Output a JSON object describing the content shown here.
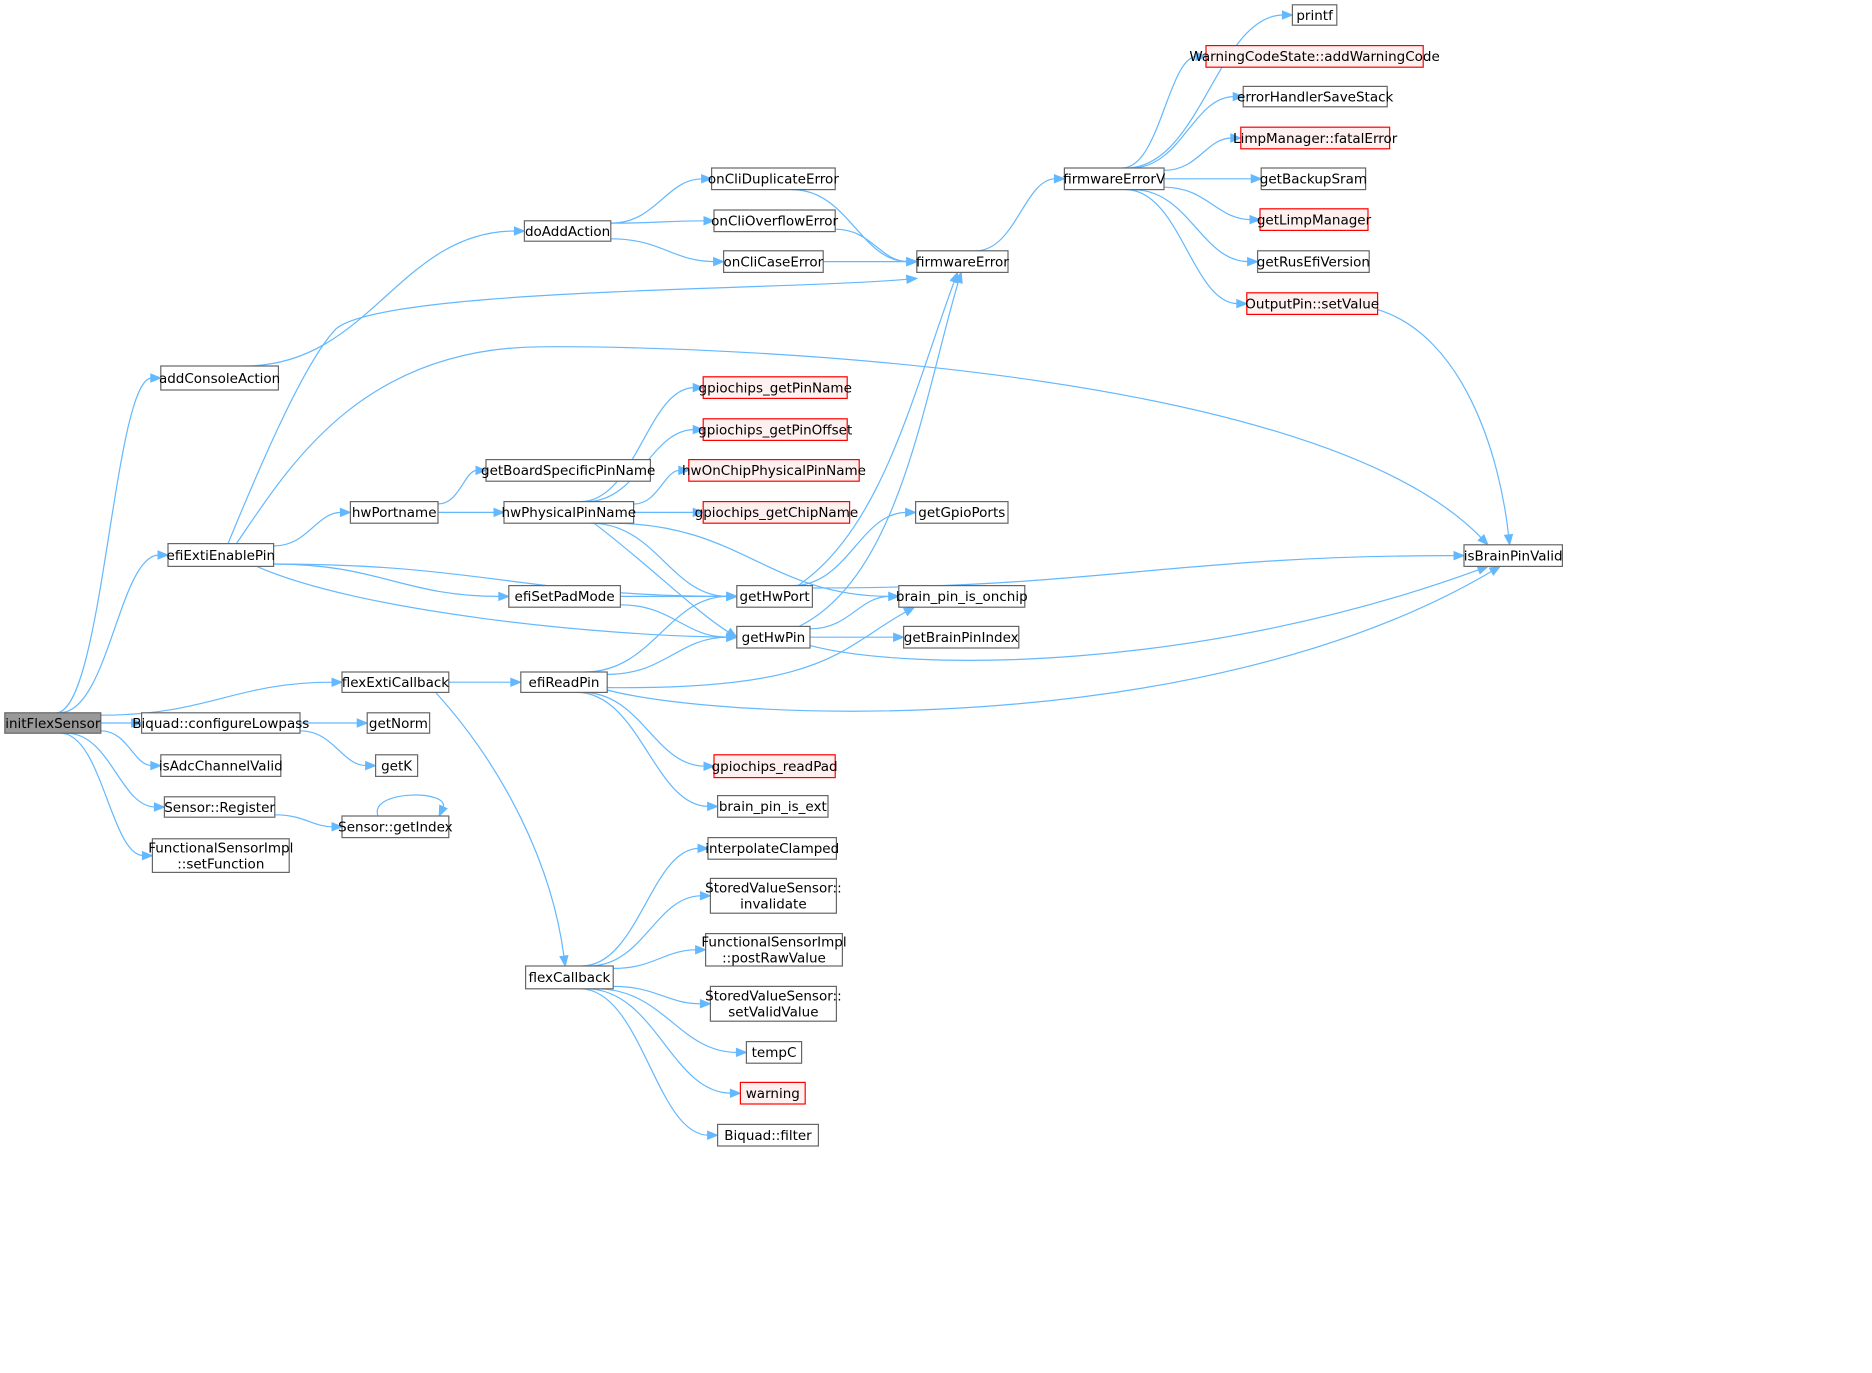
{
  "colors": {
    "edge": "#63b8ff",
    "node_border": "#666666",
    "node_fill": "#ffffff",
    "root_fill": "#999999",
    "root_border": "#666666",
    "red_border": "#ff0000",
    "red_fill": "#fff0f0"
  },
  "nodes": [
    {
      "id": "initFlexSensor",
      "lines": [
        "initFlexSensor"
      ],
      "style": "root"
    },
    {
      "id": "addConsoleAction",
      "lines": [
        "addConsoleAction"
      ],
      "style": "normal"
    },
    {
      "id": "doAddAction",
      "lines": [
        "doAddAction"
      ],
      "style": "normal"
    },
    {
      "id": "onCliDuplicateError",
      "lines": [
        "onCliDuplicateError"
      ],
      "style": "normal"
    },
    {
      "id": "onCliOverflowError",
      "lines": [
        "onCliOverflowError"
      ],
      "style": "normal"
    },
    {
      "id": "onCliCaseError",
      "lines": [
        "onCliCaseError"
      ],
      "style": "normal"
    },
    {
      "id": "firmwareError",
      "lines": [
        "firmwareError"
      ],
      "style": "normal"
    },
    {
      "id": "firmwareErrorV",
      "lines": [
        "firmwareErrorV"
      ],
      "style": "normal"
    },
    {
      "id": "printf",
      "lines": [
        "printf"
      ],
      "style": "normal"
    },
    {
      "id": "addWarningCode",
      "lines": [
        "WarningCodeState::addWarningCode"
      ],
      "style": "red"
    },
    {
      "id": "errorHandlerSaveStack",
      "lines": [
        "errorHandlerSaveStack"
      ],
      "style": "normal"
    },
    {
      "id": "fatalError",
      "lines": [
        "LimpManager::fatalError"
      ],
      "style": "red"
    },
    {
      "id": "getBackupSram",
      "lines": [
        "getBackupSram"
      ],
      "style": "normal"
    },
    {
      "id": "getLimpManager",
      "lines": [
        "getLimpManager"
      ],
      "style": "red"
    },
    {
      "id": "getRusEfiVersion",
      "lines": [
        "getRusEfiVersion"
      ],
      "style": "normal"
    },
    {
      "id": "setValue",
      "lines": [
        "OutputPin::setValue"
      ],
      "style": "red"
    },
    {
      "id": "isBrainPinValid",
      "lines": [
        "isBrainPinValid"
      ],
      "style": "normal"
    },
    {
      "id": "efiExtiEnablePin",
      "lines": [
        "efiExtiEnablePin"
      ],
      "style": "normal"
    },
    {
      "id": "hwPortname",
      "lines": [
        "hwPortname"
      ],
      "style": "normal"
    },
    {
      "id": "getBoardSpecificPinName",
      "lines": [
        "getBoardSpecificPinName"
      ],
      "style": "normal"
    },
    {
      "id": "hwPhysicalPinName",
      "lines": [
        "hwPhysicalPinName"
      ],
      "style": "normal"
    },
    {
      "id": "gpiochips_getPinName",
      "lines": [
        "gpiochips_getPinName"
      ],
      "style": "red"
    },
    {
      "id": "gpiochips_getPinOffset",
      "lines": [
        "gpiochips_getPinOffset"
      ],
      "style": "red"
    },
    {
      "id": "hwOnChipPhysicalPinName",
      "lines": [
        "hwOnChipPhysicalPinName"
      ],
      "style": "red"
    },
    {
      "id": "gpiochips_getChipName",
      "lines": [
        "gpiochips_getChipName"
      ],
      "style": "red"
    },
    {
      "id": "getGpioPorts",
      "lines": [
        "getGpioPorts"
      ],
      "style": "normal"
    },
    {
      "id": "efiSetPadMode",
      "lines": [
        "efiSetPadMode"
      ],
      "style": "normal"
    },
    {
      "id": "getHwPort",
      "lines": [
        "getHwPort"
      ],
      "style": "normal"
    },
    {
      "id": "brain_pin_is_onchip",
      "lines": [
        "brain_pin_is_onchip"
      ],
      "style": "normal"
    },
    {
      "id": "getHwPin",
      "lines": [
        "getHwPin"
      ],
      "style": "normal"
    },
    {
      "id": "getBrainPinIndex",
      "lines": [
        "getBrainPinIndex"
      ],
      "style": "normal"
    },
    {
      "id": "flexExtiCallback",
      "lines": [
        "flexExtiCallback"
      ],
      "style": "normal"
    },
    {
      "id": "efiReadPin",
      "lines": [
        "efiReadPin"
      ],
      "style": "normal"
    },
    {
      "id": "gpiochips_readPad",
      "lines": [
        "gpiochips_readPad"
      ],
      "style": "red"
    },
    {
      "id": "brain_pin_is_ext",
      "lines": [
        "brain_pin_is_ext"
      ],
      "style": "normal"
    },
    {
      "id": "configureLowpass",
      "lines": [
        "Biquad::configureLowpass"
      ],
      "style": "normal"
    },
    {
      "id": "getNorm",
      "lines": [
        "getNorm"
      ],
      "style": "normal"
    },
    {
      "id": "getK",
      "lines": [
        "getK"
      ],
      "style": "normal"
    },
    {
      "id": "isAdcChannelValid",
      "lines": [
        "isAdcChannelValid"
      ],
      "style": "normal"
    },
    {
      "id": "sensorRegister",
      "lines": [
        "Sensor::Register"
      ],
      "style": "normal"
    },
    {
      "id": "sensorGetIndex",
      "lines": [
        "Sensor::getIndex"
      ],
      "style": "normal"
    },
    {
      "id": "setFunction",
      "lines": [
        "FunctionalSensorImpl",
        "::setFunction"
      ],
      "style": "normal"
    },
    {
      "id": "flexCallback",
      "lines": [
        "flexCallback"
      ],
      "style": "normal"
    },
    {
      "id": "interpolateClamped",
      "lines": [
        "interpolateClamped"
      ],
      "style": "normal"
    },
    {
      "id": "invalidate",
      "lines": [
        "StoredValueSensor::",
        "invalidate"
      ],
      "style": "normal"
    },
    {
      "id": "postRawValue",
      "lines": [
        "FunctionalSensorImpl",
        "::postRawValue"
      ],
      "style": "normal"
    },
    {
      "id": "setValidValue",
      "lines": [
        "StoredValueSensor::",
        "setValidValue"
      ],
      "style": "normal"
    },
    {
      "id": "tempC",
      "lines": [
        "tempC"
      ],
      "style": "normal"
    },
    {
      "id": "warning",
      "lines": [
        "warning"
      ],
      "style": "red"
    },
    {
      "id": "biquadFilter",
      "lines": [
        "Biquad::filter"
      ],
      "style": "normal"
    }
  ],
  "edges": [
    [
      "initFlexSensor",
      "addConsoleAction"
    ],
    [
      "initFlexSensor",
      "efiExtiEnablePin"
    ],
    [
      "initFlexSensor",
      "flexExtiCallback"
    ],
    [
      "initFlexSensor",
      "configureLowpass"
    ],
    [
      "initFlexSensor",
      "isAdcChannelValid"
    ],
    [
      "initFlexSensor",
      "sensorRegister"
    ],
    [
      "initFlexSensor",
      "setFunction"
    ],
    [
      "addConsoleAction",
      "doAddAction"
    ],
    [
      "doAddAction",
      "onCliDuplicateError"
    ],
    [
      "doAddAction",
      "onCliOverflowError"
    ],
    [
      "doAddAction",
      "onCliCaseError"
    ],
    [
      "onCliDuplicateError",
      "firmwareError"
    ],
    [
      "onCliOverflowError",
      "firmwareError"
    ],
    [
      "onCliCaseError",
      "firmwareError"
    ],
    [
      "firmwareError",
      "firmwareErrorV"
    ],
    [
      "firmwareErrorV",
      "printf"
    ],
    [
      "firmwareErrorV",
      "addWarningCode"
    ],
    [
      "firmwareErrorV",
      "errorHandlerSaveStack"
    ],
    [
      "firmwareErrorV",
      "fatalError"
    ],
    [
      "firmwareErrorV",
      "getBackupSram"
    ],
    [
      "firmwareErrorV",
      "getLimpManager"
    ],
    [
      "firmwareErrorV",
      "getRusEfiVersion"
    ],
    [
      "firmwareErrorV",
      "setValue"
    ],
    [
      "setValue",
      "isBrainPinValid"
    ],
    [
      "efiExtiEnablePin",
      "firmwareError"
    ],
    [
      "efiExtiEnablePin",
      "isBrainPinValid"
    ],
    [
      "efiExtiEnablePin",
      "hwPortname"
    ],
    [
      "efiExtiEnablePin",
      "getHwPort"
    ],
    [
      "efiExtiEnablePin",
      "efiSetPadMode"
    ],
    [
      "efiExtiEnablePin",
      "getHwPin"
    ],
    [
      "hwPortname",
      "getBoardSpecificPinName"
    ],
    [
      "hwPortname",
      "hwPhysicalPinName"
    ],
    [
      "hwPhysicalPinName",
      "gpiochips_getPinName"
    ],
    [
      "hwPhysicalPinName",
      "gpiochips_getPinOffset"
    ],
    [
      "hwPhysicalPinName",
      "hwOnChipPhysicalPinName"
    ],
    [
      "hwPhysicalPinName",
      "gpiochips_getChipName"
    ],
    [
      "hwPhysicalPinName",
      "getHwPort"
    ],
    [
      "hwPhysicalPinName",
      "brain_pin_is_onchip"
    ],
    [
      "hwPhysicalPinName",
      "getHwPin"
    ],
    [
      "efiSetPadMode",
      "getHwPort"
    ],
    [
      "efiSetPadMode",
      "getHwPin"
    ],
    [
      "getHwPort",
      "firmwareError"
    ],
    [
      "getHwPort",
      "getGpioPorts"
    ],
    [
      "getHwPort",
      "isBrainPinValid"
    ],
    [
      "getHwPin",
      "firmwareError"
    ],
    [
      "getHwPin",
      "brain_pin_is_onchip"
    ],
    [
      "getHwPin",
      "getBrainPinIndex"
    ],
    [
      "getHwPin",
      "isBrainPinValid"
    ],
    [
      "flexExtiCallback",
      "efiReadPin"
    ],
    [
      "flexExtiCallback",
      "flexCallback"
    ],
    [
      "efiReadPin",
      "getHwPort"
    ],
    [
      "efiReadPin",
      "getHwPin"
    ],
    [
      "efiReadPin",
      "brain_pin_is_onchip"
    ],
    [
      "efiReadPin",
      "isBrainPinValid"
    ],
    [
      "efiReadPin",
      "gpiochips_readPad"
    ],
    [
      "efiReadPin",
      "brain_pin_is_ext"
    ],
    [
      "configureLowpass",
      "getNorm"
    ],
    [
      "configureLowpass",
      "getK"
    ],
    [
      "sensorRegister",
      "sensorGetIndex"
    ],
    [
      "sensorGetIndex",
      "sensorGetIndex"
    ],
    [
      "flexCallback",
      "interpolateClamped"
    ],
    [
      "flexCallback",
      "invalidate"
    ],
    [
      "flexCallback",
      "postRawValue"
    ],
    [
      "flexCallback",
      "setValidValue"
    ],
    [
      "flexCallback",
      "tempC"
    ],
    [
      "flexCallback",
      "warning"
    ],
    [
      "flexCallback",
      "biquadFilter"
    ]
  ]
}
